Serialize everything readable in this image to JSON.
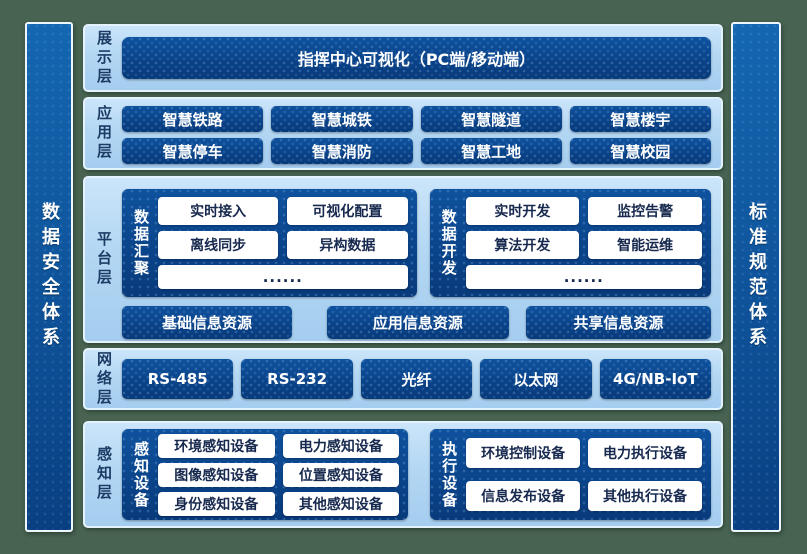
{
  "page": {
    "type": "smart-iot-architecture-diagram",
    "colors": {
      "background_green": "#486351",
      "panel_light_blue": "#b4d8f4",
      "panel_border": "#e4f2fd",
      "dark_box_blue": "#0b4589",
      "sidebar_blue": "#0f5a9e",
      "layer_label_text": "#1c3c66",
      "dark_box_text": "#ffffff",
      "white_box_text": "#17294e"
    }
  },
  "sidebars": {
    "left": {
      "label": "数据安全体系"
    },
    "right": {
      "label": "标准规范体系"
    }
  },
  "layers": {
    "display": {
      "label": "展示层",
      "item": "指挥中心可视化（PC端/移动端）"
    },
    "application": {
      "label": "应用层",
      "items": [
        "智慧铁路",
        "智慧城铁",
        "智慧隧道",
        "智慧楼宇",
        "智慧停车",
        "智慧消防",
        "智慧工地",
        "智慧校园"
      ]
    },
    "platform": {
      "label": "平台层",
      "groups": [
        {
          "label": "数据汇聚",
          "items": [
            "实时接入",
            "可视化配置",
            "离线同步",
            "异构数据"
          ],
          "more": "......"
        },
        {
          "label": "数据开发",
          "items": [
            "实时开发",
            "监控告警",
            "算法开发",
            "智能运维"
          ],
          "more": "......"
        }
      ],
      "resources": [
        "基础信息资源",
        "应用信息资源",
        "共享信息资源"
      ]
    },
    "network": {
      "label": "网络层",
      "items": [
        "RS-485",
        "RS-232",
        "光纤",
        "以太网",
        "4G/NB-IoT"
      ]
    },
    "perception": {
      "label": "感知层",
      "groups": [
        {
          "label": "感知设备",
          "items": [
            "环境感知设备",
            "电力感知设备",
            "图像感知设备",
            "位置感知设备",
            "身份感知设备",
            "其他感知设备"
          ]
        },
        {
          "label": "执行设备",
          "items": [
            "环境控制设备",
            "电力执行设备",
            "信息发布设备",
            "其他执行设备"
          ]
        }
      ]
    }
  }
}
